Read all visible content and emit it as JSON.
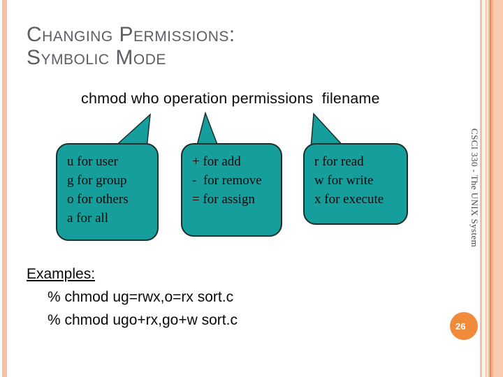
{
  "slide": {
    "title_line1": "Changing Permissions:",
    "title_line2": "Symbolic Mode",
    "subtitle": "chmod who operation permissions  filename",
    "sidebar_text": "CSCI 330 - The UNIX System",
    "page_number": "26"
  },
  "callouts": [
    {
      "topic": "who",
      "lines": [
        "u for user",
        "g for group",
        "o for others",
        "a for all"
      ]
    },
    {
      "topic": "operation",
      "lines": [
        "+ for add",
        "-  for remove",
        "= for assign"
      ]
    },
    {
      "topic": "permissions",
      "lines": [
        "r for read",
        "w for write",
        "x for execute"
      ]
    }
  ],
  "examples": {
    "heading": "Examples:",
    "commands": [
      "% chmod ug=rwx,o=rx sort.c",
      "% chmod ugo+rx,go+w sort.c"
    ]
  },
  "theme": {
    "callout_fill": "#159E9C",
    "callout_border": "#1A2E2E",
    "title_color": "#5A5F66",
    "page_circle_color": "#F18B3C",
    "sidebar_text_color": "#47474F",
    "left_stripe": "#F4BFA2",
    "stripe_salmon": "#F5BE9E",
    "stripe_pale": "#F9D2BC",
    "stripe_palest": "#FBE6D6",
    "stripe_mid": "#F3B390",
    "stripe_light": "#FAC9AE",
    "stripe_dark": "#E18B58"
  }
}
